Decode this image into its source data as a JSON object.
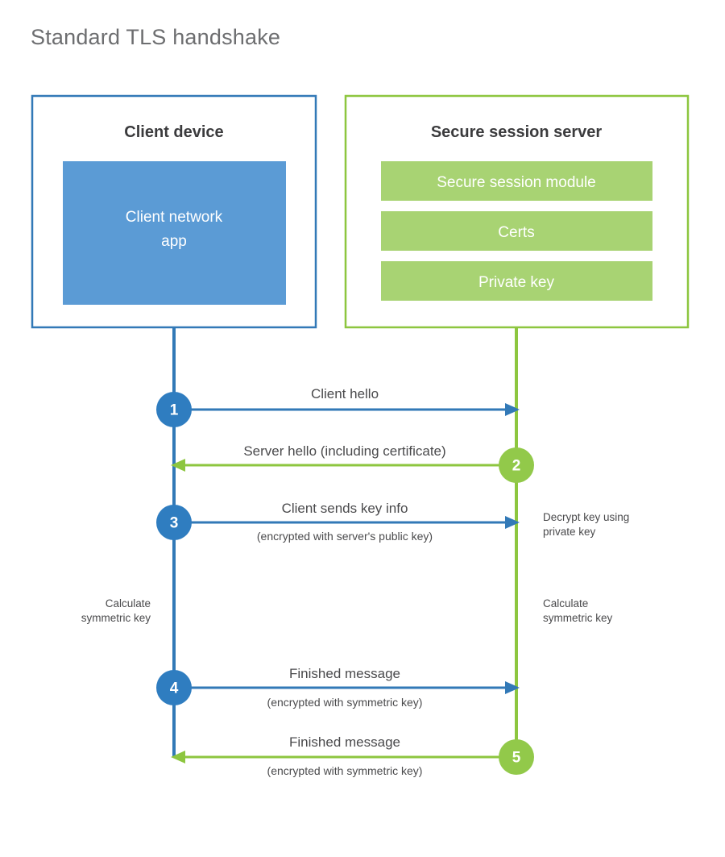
{
  "title": "Standard TLS handshake",
  "colors": {
    "blue_stroke": "#3279b7",
    "blue_fill": "#5b9bd5",
    "blue_circle": "#2f7dc0",
    "green_stroke": "#8dc63f",
    "green_fill": "#a8d373",
    "green_circle": "#92c94a",
    "title_text": "#6d6e70",
    "heading_text": "#3b3b3d",
    "body_text": "#4a4a4c",
    "background": "#ffffff"
  },
  "panels": {
    "client": {
      "heading": "Client device",
      "block_label": "Client network app"
    },
    "server": {
      "heading": "Secure session server",
      "blocks": [
        {
          "label": "Secure session module"
        },
        {
          "label": "Certs"
        },
        {
          "label": "Private key"
        }
      ]
    }
  },
  "steps": [
    {
      "number": "1",
      "label": "Client hello",
      "sublabel": "",
      "direction": "client-to-server",
      "color": "blue"
    },
    {
      "number": "2",
      "label": "Server hello (including certificate)",
      "sublabel": "",
      "direction": "server-to-client",
      "color": "green"
    },
    {
      "number": "3",
      "label": "Client sends key info",
      "sublabel": "(encrypted with server's public key)",
      "direction": "client-to-server",
      "color": "blue"
    },
    {
      "number": "4",
      "label": "Finished message",
      "sublabel": "(encrypted with symmetric key)",
      "direction": "client-to-server",
      "color": "blue"
    },
    {
      "number": "5",
      "label": "Finished message",
      "sublabel": "(encrypted with symmetric key)",
      "direction": "server-to-client",
      "color": "green"
    }
  ],
  "annotations": {
    "server_decrypt_line1": "Decrypt key using",
    "server_decrypt_line2": "private key",
    "client_calc_line1": "Calculate",
    "client_calc_line2": "symmetric key",
    "server_calc_line1": "Calculate",
    "server_calc_line2": "symmetric key"
  }
}
